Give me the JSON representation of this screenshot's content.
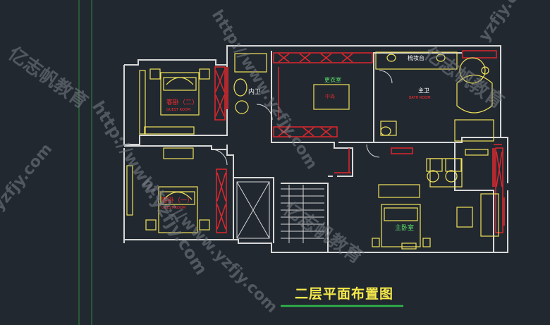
{
  "drawing": {
    "title": "二层平面布置图",
    "colors": {
      "background": "#212830",
      "wall": "#d8d8d8",
      "furniture": "#f2e35a",
      "fixture_red": "#e0262c",
      "cabinet": "#b02a30",
      "label_green": "#5ce36a",
      "label_red": "#ff2b2b",
      "underline": "#2fb84a",
      "guide_line": "#2e8a3a"
    },
    "rooms": [
      {
        "id": "guest-room-2",
        "name": "客卧（二）",
        "english": "GUEST ROOM"
      },
      {
        "id": "guest-room-1",
        "name": "客卧（一）",
        "english": "GUEST ROOM"
      },
      {
        "id": "inner-bath",
        "name": "内卫",
        "english": ""
      },
      {
        "id": "closet",
        "name": "更衣室",
        "english": ""
      },
      {
        "id": "island",
        "name": "中岛",
        "english": ""
      },
      {
        "id": "vanity",
        "name": "梳妆台",
        "english": ""
      },
      {
        "id": "master-bath",
        "name": "主卫",
        "english": "BATH ROOM"
      },
      {
        "id": "master-bed",
        "name": "主卧室",
        "english": ""
      }
    ],
    "watermarks": [
      "yzfjy.com",
      "http://www.yzfjy.com",
      "亿志帆教育"
    ]
  }
}
